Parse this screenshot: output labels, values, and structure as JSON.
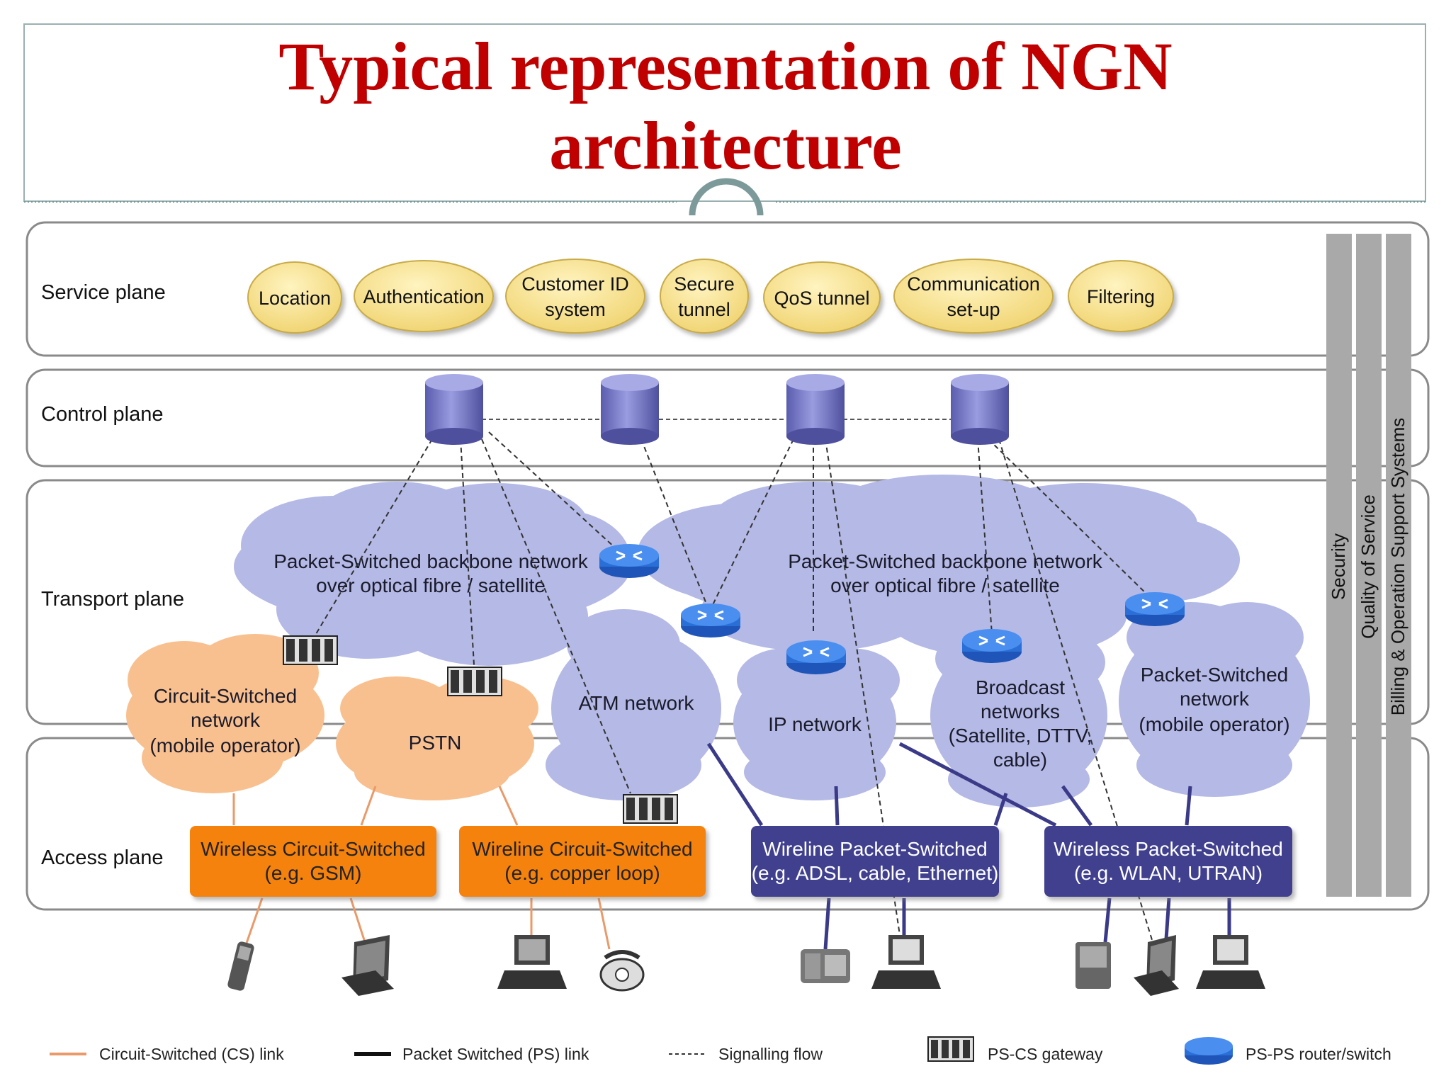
{
  "title": {
    "line1": "Typical representation of NGN",
    "line2": "architecture"
  },
  "planes": {
    "service": "Service plane",
    "control": "Control plane",
    "transport": "Transport plane",
    "access": "Access plane"
  },
  "services": [
    {
      "line1": "Location",
      "line2": ""
    },
    {
      "line1": "Authentication",
      "line2": ""
    },
    {
      "line1": "Customer ID",
      "line2": "system"
    },
    {
      "line1": "Secure",
      "line2": "tunnel"
    },
    {
      "line1": "QoS tunnel",
      "line2": ""
    },
    {
      "line1": "Communication",
      "line2": "set-up"
    },
    {
      "line1": "Filtering",
      "line2": ""
    }
  ],
  "backbones": [
    {
      "line1": "Packet-Switched backbone network",
      "line2": "over optical fibre / satellite"
    },
    {
      "line1": "Packet-Switched backbone network",
      "line2": "over optical fibre / satellite"
    }
  ],
  "networks": {
    "cs_mobile": [
      "Circuit-Switched",
      "network",
      "(mobile operator)"
    ],
    "pstn": [
      "PSTN"
    ],
    "atm": [
      "ATM network"
    ],
    "ip": [
      "IP network"
    ],
    "broadcast": [
      "Broadcast",
      "networks",
      "(Satellite, DTTV,",
      "cable)"
    ],
    "ps_mobile": [
      "Packet-Switched",
      "network",
      "(mobile operator)"
    ]
  },
  "access": [
    {
      "line1": "Wireless Circuit-Switched",
      "line2": "(e.g. GSM)",
      "color": "#f5820f"
    },
    {
      "line1": "Wireline Circuit-Switched",
      "line2": "(e.g. copper loop)",
      "color": "#f5820f"
    },
    {
      "line1": "Wireline Packet-Switched",
      "line2": "(e.g. ADSL, cable, Ethernet)",
      "color": "#3f3f8f"
    },
    {
      "line1": "Wireless Packet-Switched",
      "line2": "(e.g. WLAN, UTRAN)",
      "color": "#3f3f8f"
    }
  ],
  "side_bars": [
    "Security",
    "Quality of Service",
    "Billing & Operation Support Systems"
  ],
  "legend": {
    "cs_link": "Circuit-Switched (CS) link",
    "ps_link": "Packet Switched (PS) link",
    "signalling": "Signalling flow",
    "gateway": "PS-CS gateway",
    "router": "PS-PS router/switch"
  },
  "colors": {
    "title": "#c00000",
    "service_ellipse": "#f5e08c",
    "orange_cloud": "#f9c08f",
    "blue_cloud": "#b4b9e6",
    "cs_access": "#f5820f",
    "ps_access": "#3f3f8f",
    "router": "#2a6fd6",
    "control_node": "#7a7cc6"
  }
}
